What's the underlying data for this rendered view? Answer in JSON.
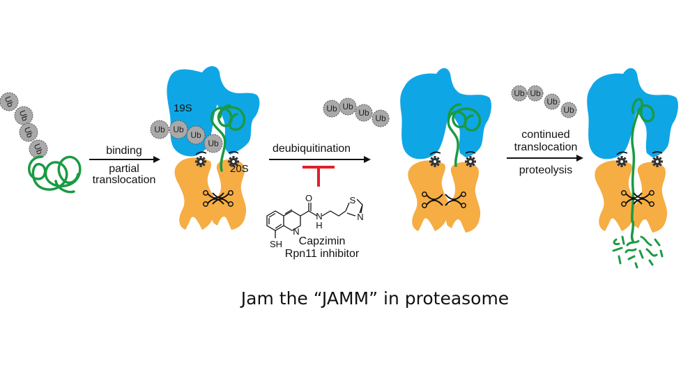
{
  "title": "Jam the “JAMM” in proteasome",
  "colors": {
    "regulatory_19S": "#0fa6e6",
    "core_20S": "#f5ad44",
    "substrate": "#1a9a43",
    "ubiquitin": "#a9a9a9",
    "inhibition": "#e0202a",
    "arrow": "#111111"
  },
  "ubiquitin_label": "Ub",
  "steps": [
    {
      "arrow_top": "binding",
      "arrow_bottom": [
        "partial",
        "translocation"
      ]
    },
    {
      "arrow_top": "deubiquitination",
      "arrow_bottom": []
    },
    {
      "arrow_top_lines": [
        "continued",
        "translocation"
      ],
      "arrow_bottom": "proteolysis"
    }
  ],
  "complex_labels": {
    "regulatory": "19S",
    "core": "20S"
  },
  "inhibitor": {
    "name": "Capzimin",
    "description": "Rpn11 inhibitor",
    "atoms": {
      "oxygen": "O",
      "amide_n": "N",
      "amide_h": "H",
      "ring_n": "N",
      "thiazole_s": "S",
      "thiazole_n": "N",
      "thiol": "SH"
    }
  },
  "icons": [
    "ubiquitin-chain",
    "substrate-coil",
    "proteasome",
    "atpase-gear-icon",
    "rotation-arrow-icon",
    "scissors-icon",
    "inhibition-bar-icon",
    "peptide-fragments"
  ]
}
